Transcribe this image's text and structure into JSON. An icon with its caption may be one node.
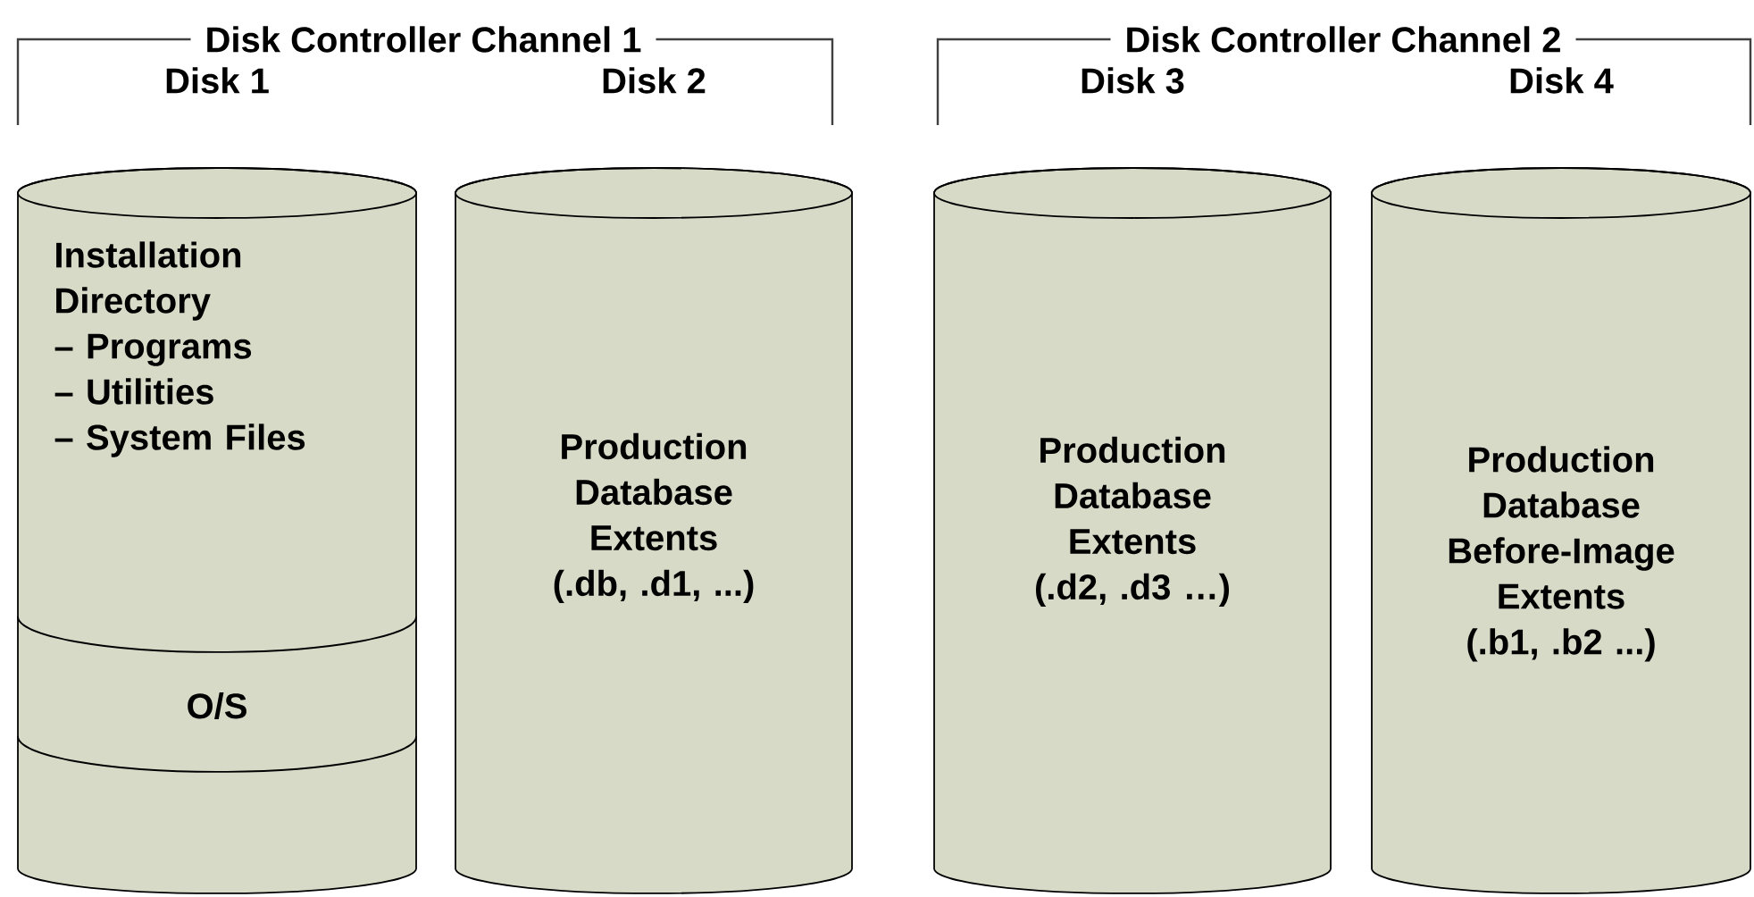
{
  "diagram": {
    "nodes": [
      {
        "text": [
          "Disk 1"
        ]
      },
      {
        "text": [
          "Installation Directory",
          "– Programs",
          "– Utilities",
          "– System Files"
        ],
        "in": 0
      },
      {
        "text": [
          "O/S"
        ],
        "in": 0
      },
      {
        "text": [],
        "shape": "band",
        "in": 0
      },
      {
        "text": [
          "Disk 2",
          "Production Database Extents (.db, .d1, ...)"
        ]
      },
      {
        "text": [
          "Disk 3",
          "Production Database Extents (.d2, .d3 …)"
        ]
      },
      {
        "text": [
          "Disk 4",
          "Production Database Before-Image Extents (.b1, .b2 ...)"
        ]
      }
    ],
    "edges": [],
    "labels": [
      "Disk Controller Channel 1",
      "Disk Controller Channel 2"
    ]
  }
}
